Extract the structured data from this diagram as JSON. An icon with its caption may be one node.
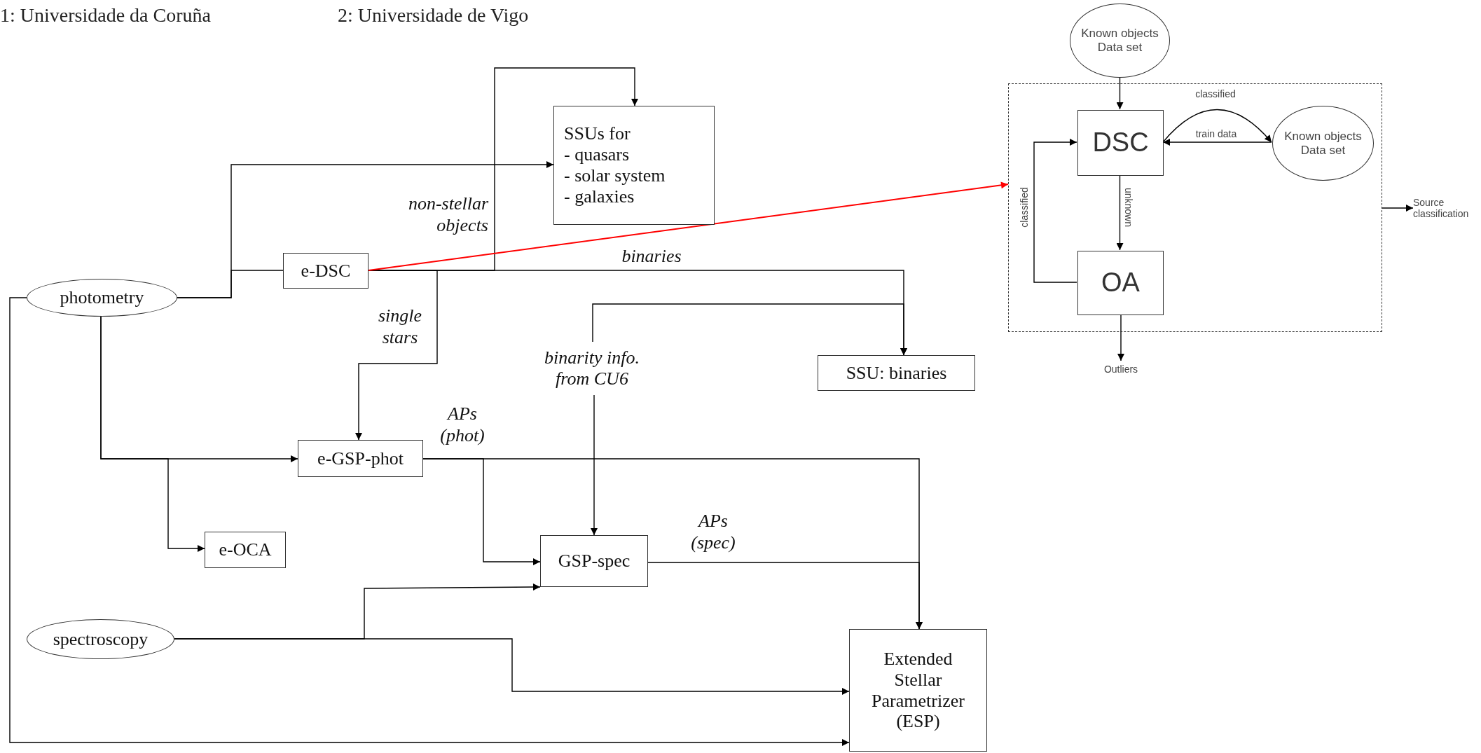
{
  "diagram": {
    "nodes": [
      {
        "text": [
          "photometry"
        ]
      },
      {
        "text": [
          "e-DSC"
        ]
      },
      {
        "text": [
          "SSUs for",
          "- quasars",
          "- solar system",
          "- galaxies"
        ]
      },
      {
        "text": [
          "SSU: binaries"
        ]
      },
      {
        "text": [
          "e-GSP-phot"
        ]
      },
      {
        "text": [
          "e-OCA"
        ]
      },
      {
        "text": [
          "GSP-spec"
        ]
      },
      {
        "text": [
          "spectroscopy"
        ]
      },
      {
        "text": [
          "Extended Stellar Parametrizer (ESP)"
        ]
      },
      {
        "text": [
          "binarity info. from CU6"
        ]
      },
      {
        "text": [
          "Known objects Data set"
        ]
      },
      {
        "text": [],
        "shape": "box"
      },
      {
        "text": [
          "DSC"
        ],
        "in": 11
      },
      {
        "text": [
          "Known objects Data set"
        ],
        "in": 11
      },
      {
        "text": [
          "OA"
        ],
        "in": 11
      },
      {
        "text": [
          "Outliers"
        ]
      },
      {
        "text": [
          "Source classification"
        ]
      }
    ],
    "edges": [
      {
        "from": 0,
        "to": 2,
        "arrow": "to"
      },
      {
        "from": 0,
        "to": 1,
        "arrow": "none"
      },
      {
        "from": 1,
        "to": 2,
        "arrow": "to",
        "label": "non-stellar objects"
      },
      {
        "from": 1,
        "to": 3,
        "arrow": "to",
        "label": "binaries"
      },
      {
        "from": 9,
        "to": 3,
        "arrow": "to"
      },
      {
        "from": 1,
        "to": 4,
        "arrow": "to",
        "label": "single stars"
      },
      {
        "from": 0,
        "to": 4,
        "arrow": "to"
      },
      {
        "from": 0,
        "to": 5,
        "arrow": "to"
      },
      {
        "from": 4,
        "to": 6,
        "arrow": "to"
      },
      {
        "from": 4,
        "to": 8,
        "arrow": "to",
        "label": "APs (phot)"
      },
      {
        "from": 9,
        "to": 6,
        "arrow": "to"
      },
      {
        "from": 6,
        "to": 8,
        "arrow": "to",
        "label": "APs (spec)"
      },
      {
        "from": 7,
        "to": 6,
        "arrow": "to"
      },
      {
        "from": 7,
        "to": 8,
        "arrow": "to"
      },
      {
        "from": 0,
        "to": 8,
        "arrow": "to"
      },
      {
        "from": 1,
        "to": 11,
        "arrow": "to",
        "color": "#ff0000"
      },
      {
        "from": 10,
        "to": 12,
        "arrow": "to"
      },
      {
        "from": 12,
        "to": 13,
        "arrow": "to",
        "label": "classified"
      },
      {
        "from": 13,
        "to": 12,
        "arrow": "to",
        "label": "train data"
      },
      {
        "from": 12,
        "to": 14,
        "arrow": "to",
        "label": "unknown"
      },
      {
        "from": 14,
        "to": 12,
        "arrow": "to",
        "label": "classified"
      },
      {
        "from": 14,
        "to": 15,
        "arrow": "to"
      },
      {
        "from": 11,
        "to": 16,
        "arrow": "to"
      }
    ],
    "labels": [
      "1: Universidade da Coruña",
      "2: Universidade de Vigo"
    ]
  }
}
